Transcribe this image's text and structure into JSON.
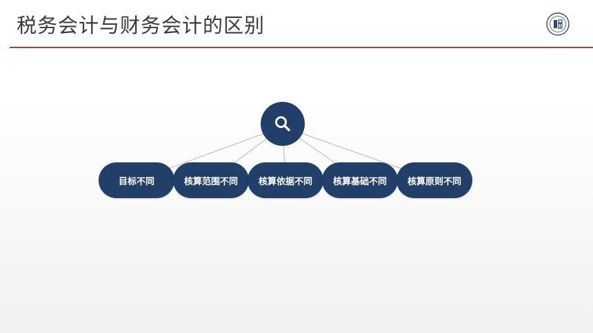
{
  "slide": {
    "title": "税务会计与财务会计的区别"
  },
  "hub": {
    "icon": "search-icon"
  },
  "nodes": [
    {
      "label": "目标不同"
    },
    {
      "label": "核算范围不同"
    },
    {
      "label": "核算依据不同"
    },
    {
      "label": "核算基础不同"
    },
    {
      "label": "核算原则不同"
    }
  ],
  "colors": {
    "node_fill": "#213f68",
    "accent_rule": "#c9312c",
    "connector": "#b5b5b5",
    "title_text": "#3a3a3a"
  }
}
